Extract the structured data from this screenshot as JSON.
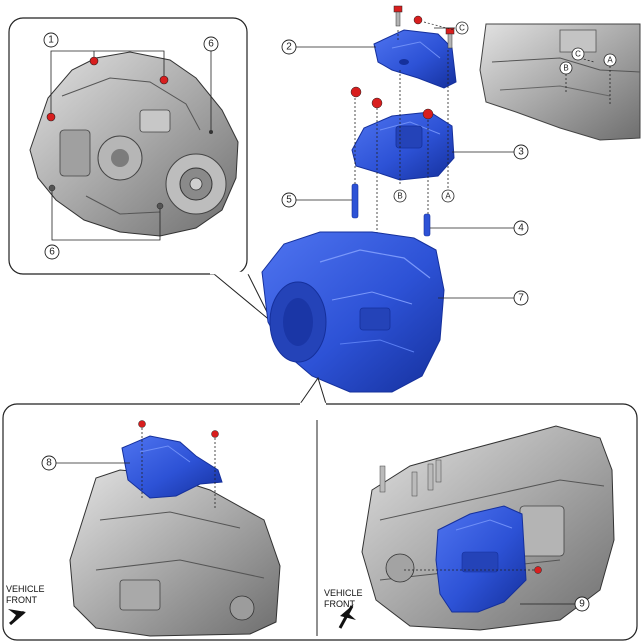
{
  "callouts": {
    "c1": "1",
    "c2": "2",
    "c3": "3",
    "c4": "4",
    "c5": "5",
    "c6a": "6",
    "c6b": "6",
    "c7": "7",
    "c8": "8",
    "c9": "9"
  },
  "points": {
    "a_top": "A",
    "b_top": "B",
    "c_top": "C",
    "a_mid": "A",
    "b_mid": "B",
    "c_mid": "C"
  },
  "vehicle_front": {
    "left_line1": "VEHICLE",
    "left_line2": "FRONT",
    "right_line1": "VEHICLE",
    "right_line2": "FRONT"
  },
  "colors": {
    "part_blue": "#2d52d6",
    "part_blue_dark": "#1733a3",
    "bolt_red": "#d81e1e",
    "casing_gray": "#9a9a9a",
    "casing_light": "#d4d4d4",
    "outline": "#222222"
  }
}
